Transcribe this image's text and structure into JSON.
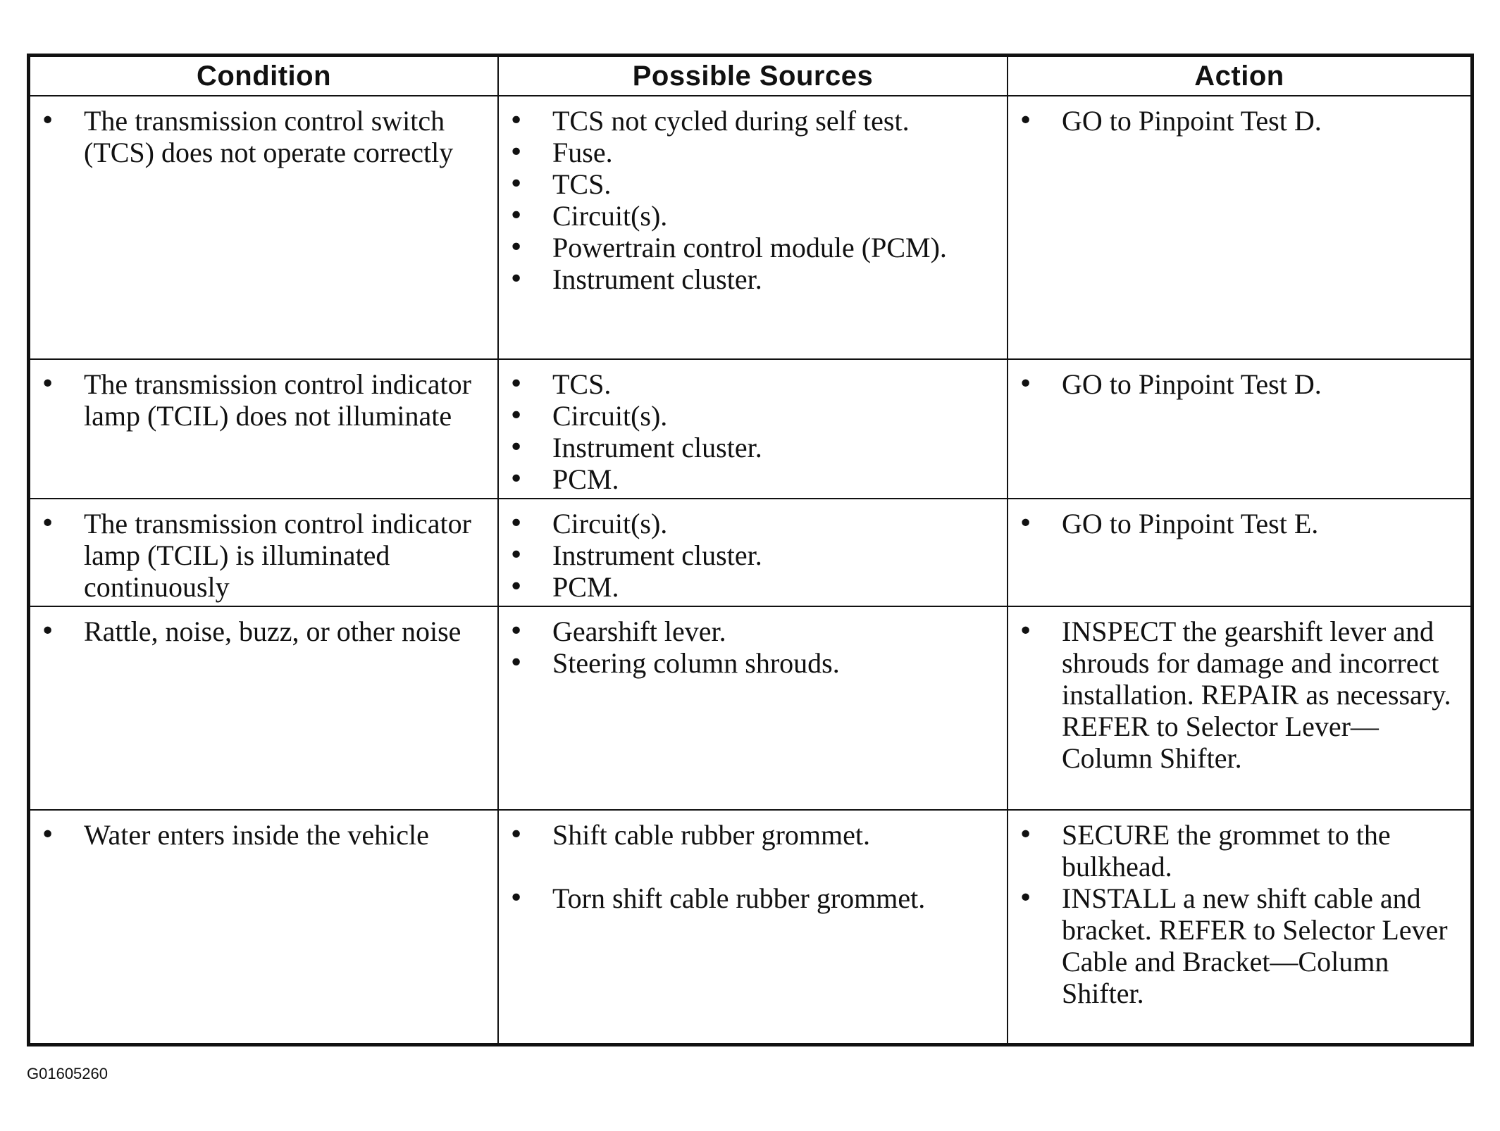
{
  "headers": {
    "condition": "Condition",
    "sources": "Possible Sources",
    "action": "Action"
  },
  "rows": [
    {
      "condition": [
        "The transmission control switch (TCS) does not operate correctly"
      ],
      "sources": [
        "TCS not cycled during self test.",
        "Fuse.",
        "TCS.",
        "Circuit(s).",
        "Powertrain control module (PCM).",
        "Instrument cluster."
      ],
      "action": [
        "GO to Pinpoint Test D."
      ]
    },
    {
      "condition": [
        "The transmission control indicator lamp (TCIL) does not illuminate"
      ],
      "sources": [
        "TCS.",
        "Circuit(s).",
        "Instrument cluster.",
        "PCM."
      ],
      "action": [
        "GO to Pinpoint Test D."
      ]
    },
    {
      "condition": [
        "The transmission control indicator lamp (TCIL) is illuminated continuously"
      ],
      "sources": [
        "Circuit(s).",
        "Instrument cluster.",
        "PCM."
      ],
      "action": [
        "GO to Pinpoint Test E."
      ]
    },
    {
      "condition": [
        "Rattle, noise, buzz, or other noise"
      ],
      "sources": [
        "Gearshift lever.",
        "Steering column shrouds."
      ],
      "action": [
        "INSPECT the gearshift lever and shrouds for damage and incorrect installation. REPAIR as necessary. REFER to Selector Lever—Column Shifter."
      ]
    },
    {
      "condition": [
        "Water enters inside the vehicle"
      ],
      "sources": [
        "Shift cable rubber grommet.",
        "Torn shift cable rubber grommet."
      ],
      "action": [
        "SECURE the grommet to the bulkhead.",
        "INSTALL a new shift cable and bracket. REFER to Selector Lever Cable and Bracket—Column Shifter."
      ]
    }
  ],
  "figure_id": "G01605260"
}
